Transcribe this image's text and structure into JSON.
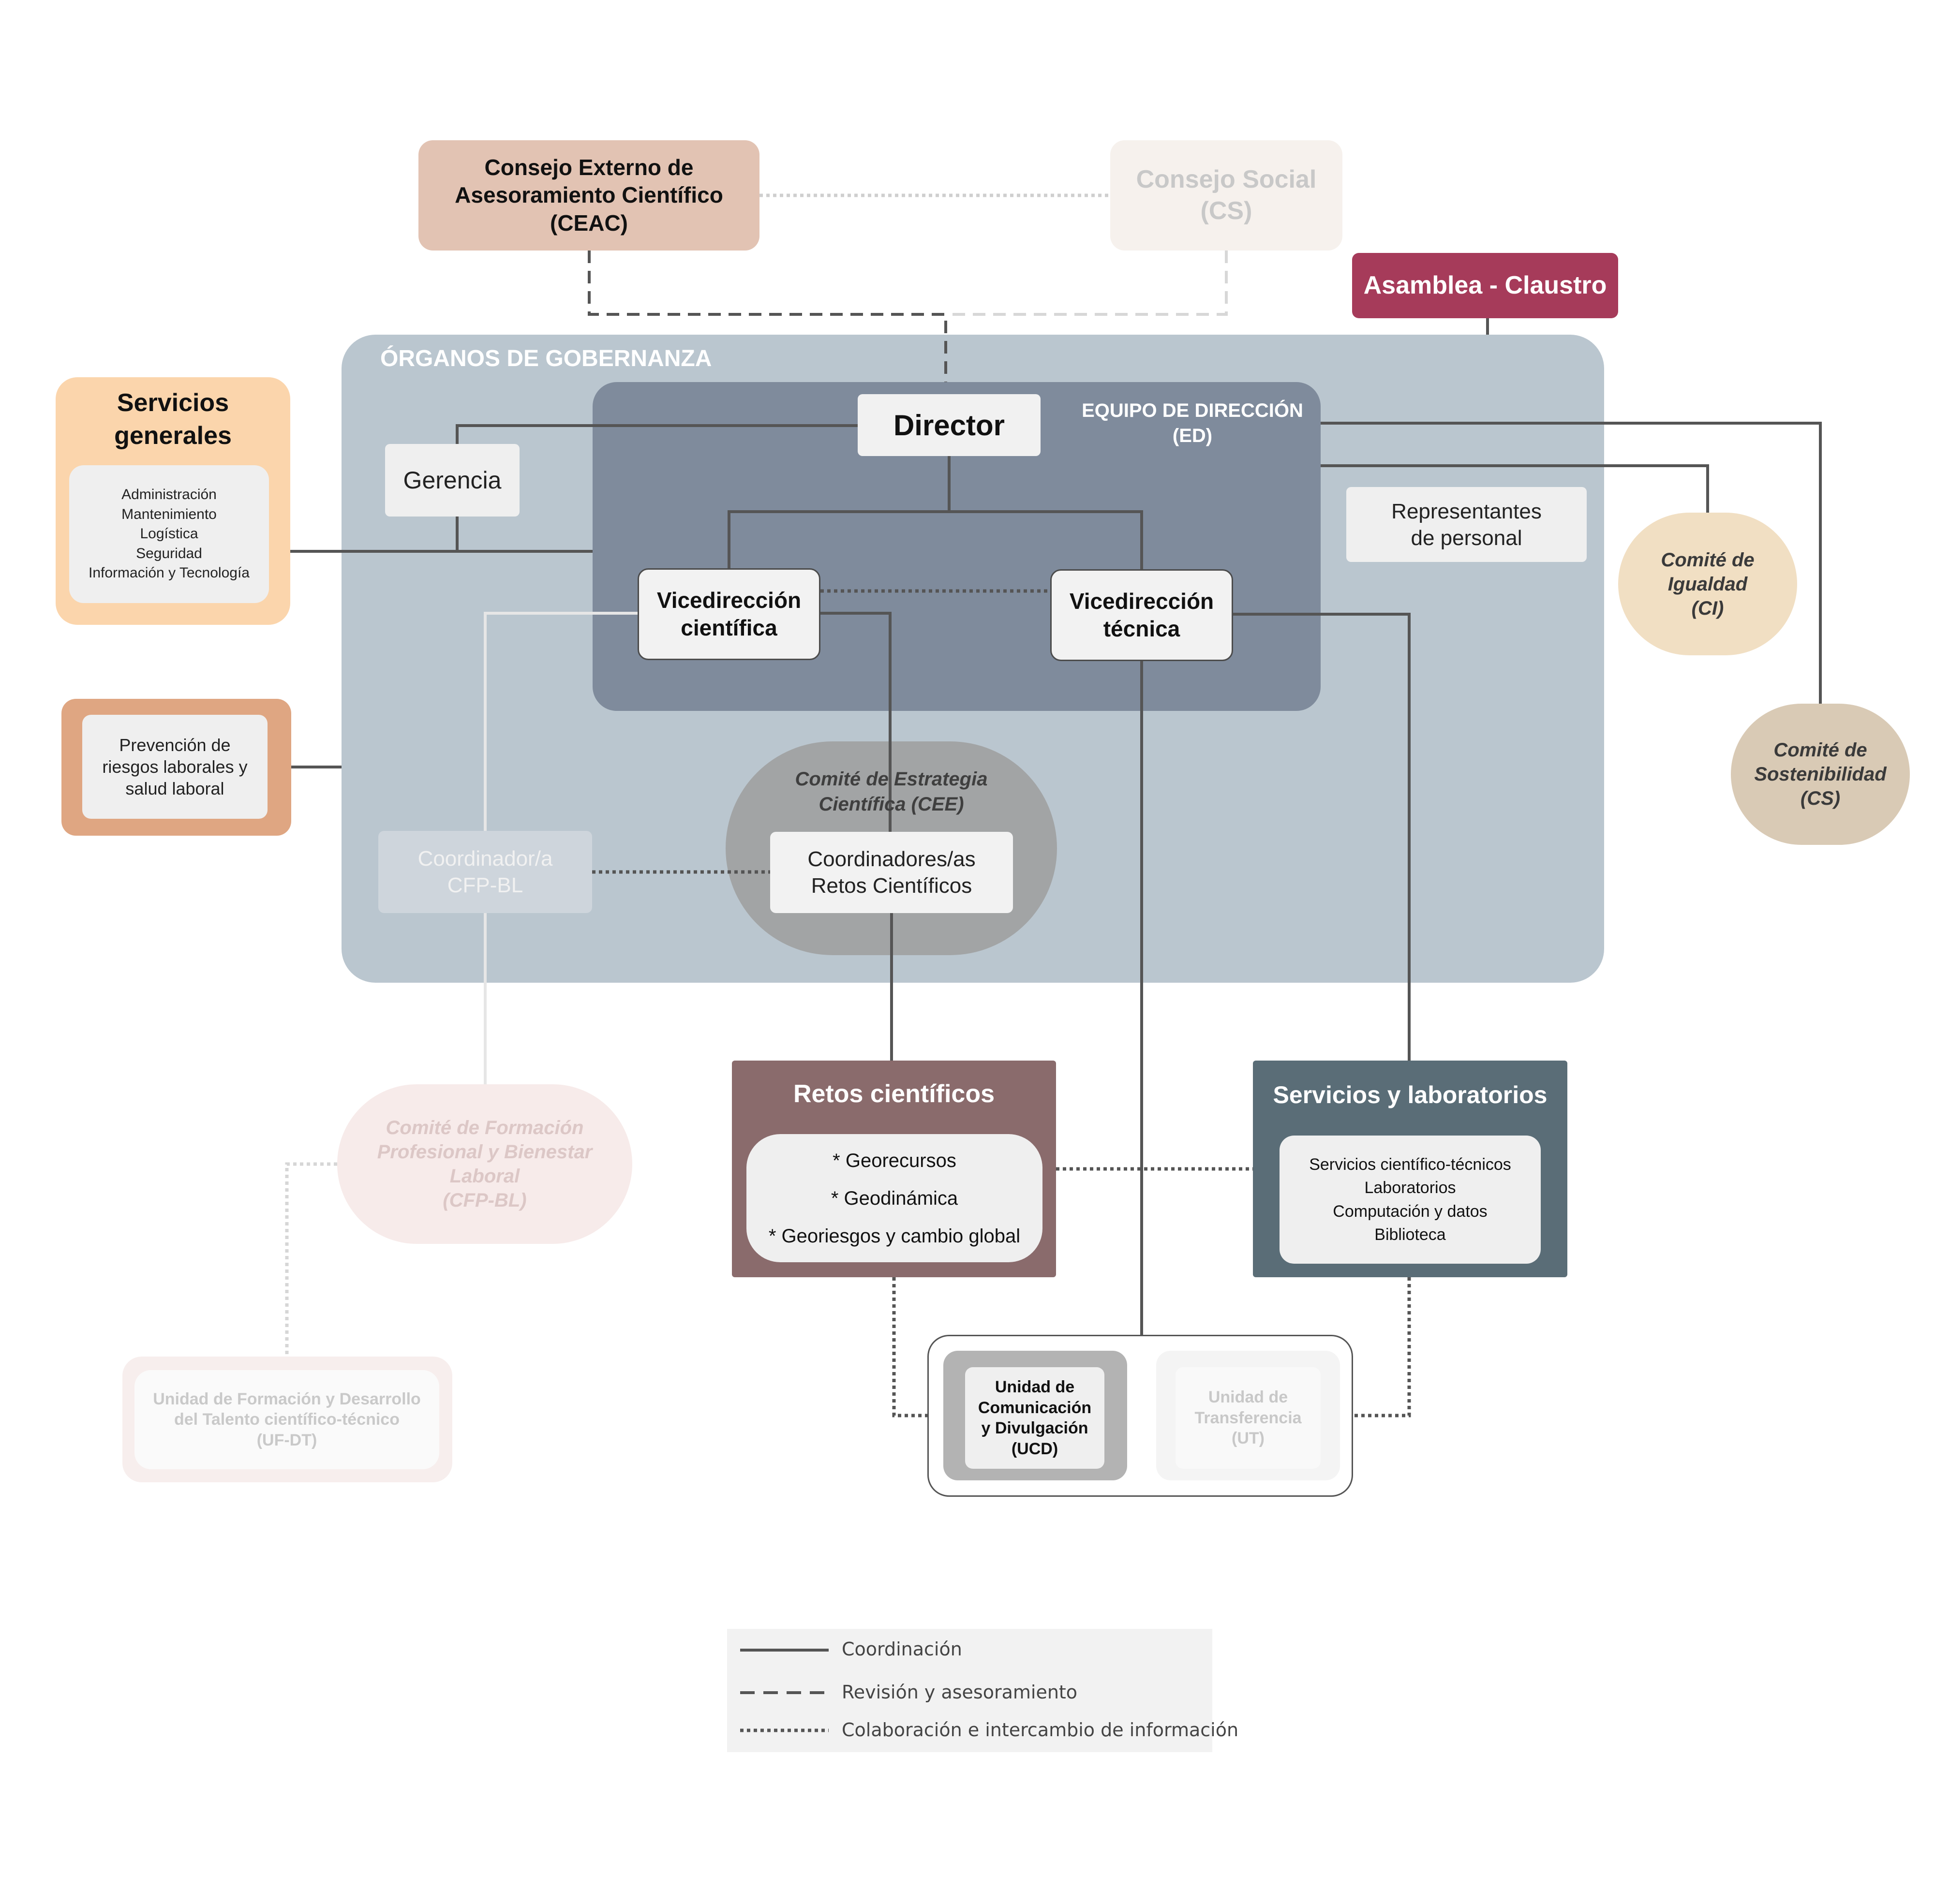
{
  "ceac": {
    "label": "Consejo Externo de\nAsesoramiento Científico\n(CEAC)"
  },
  "consejo_social": {
    "label": "Consejo Social\n(CS)"
  },
  "asamblea": {
    "label": "Asamblea - Claustro"
  },
  "gobernanza": {
    "title": "ÓRGANOS DE GOBERNANZA"
  },
  "equipo_direccion": {
    "title": "EQUIPO DE DIRECCIÓN\n(ED)"
  },
  "director": {
    "label": "Director"
  },
  "gerencia": {
    "label": "Gerencia"
  },
  "vice_cientifica": {
    "label": "Vicedirección\ncientífica"
  },
  "vice_tecnica": {
    "label": "Vicedirección\ntécnica"
  },
  "representantes": {
    "label": "Representantes\nde personal"
  },
  "cee": {
    "title": "Comité de Estrategia\nCientífica (CEE)"
  },
  "coord_retos": {
    "label": "Coordinadores/as\nRetos Científicos"
  },
  "coord_cfp": {
    "label": "Coordinador/a\nCFP-BL"
  },
  "servicios_generales": {
    "title": "Servicios\ngenerales",
    "items": "Administración\nMantenimiento\nLogística\nSeguridad\nInformación y Tecnología"
  },
  "prevencion": {
    "label": "Prevención de\nriesgos laborales y\nsalud laboral"
  },
  "comite_igualdad": {
    "label": "Comité de\nIgualdad\n(CI)"
  },
  "comite_sostenibilidad": {
    "label": "Comité de\nSostenibilidad\n(CS)"
  },
  "retos": {
    "title": "Retos científicos",
    "items": "* Georecursos\n* Geodinámica\n* Georiesgos y cambio global"
  },
  "servicios_lab": {
    "title": "Servicios y laboratorios",
    "items": "Servicios científico-técnicos\nLaboratorios\nComputación y datos\nBiblioteca"
  },
  "cfpbl": {
    "label": "Comité de Formación\nProfesional y Bienestar\nLaboral\n(CFP-BL)"
  },
  "ufdt": {
    "label": "Unidad de Formación y Desarrollo\ndel Talento científico-técnico\n(UF-DT)"
  },
  "ucd": {
    "label": "Unidad de\nComunicación\ny Divulgación\n(UCD)"
  },
  "ut": {
    "label": "Unidad de\nTransferencia\n(UT)"
  },
  "legend": {
    "coordinacion": "Coordinación",
    "revision": "Revisión y asesoramiento",
    "colaboracion": "Colaboración e intercambio de información"
  },
  "colors": {
    "line": "#555555",
    "asamblea": "#a63b5a",
    "retos": "#8a6b6c",
    "servicios_lab": "#5a6d77"
  }
}
